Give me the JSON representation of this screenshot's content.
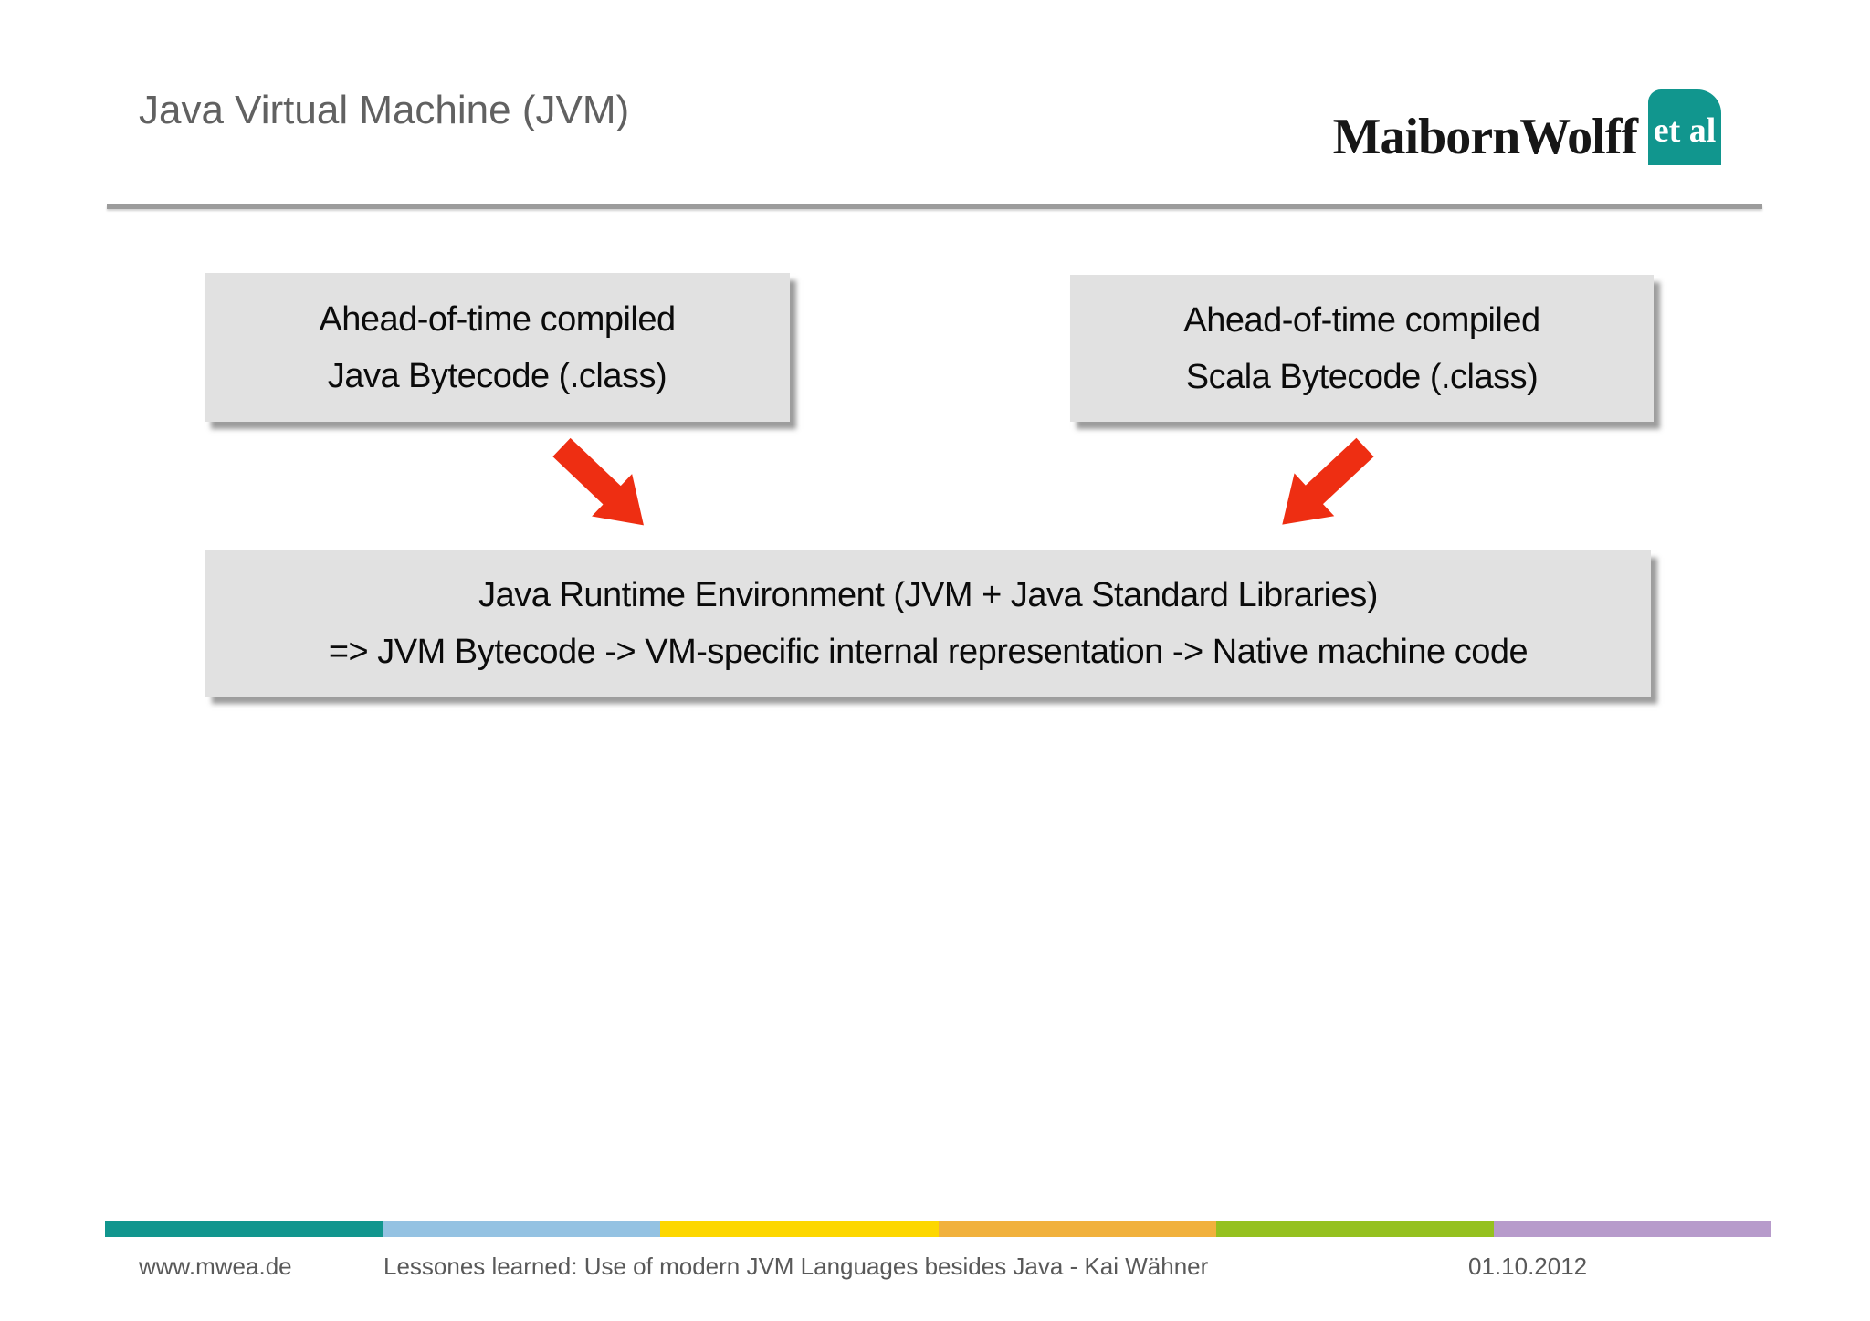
{
  "slide": {
    "title": "Java Virtual Machine (JVM)",
    "logo": {
      "text": "MaibornWolff",
      "badge": "et al"
    },
    "boxes": {
      "java": {
        "line1": "Ahead-of-time compiled",
        "line2": "Java Bytecode (.class)"
      },
      "scala": {
        "line1": "Ahead-of-time compiled",
        "line2": "Scala Bytecode (.class)"
      },
      "jre": {
        "line1": "Java Runtime Environment (JVM + Java Standard Libraries)",
        "line2": "=> JVM Bytecode -> VM-specific internal representation -> Native machine code"
      }
    },
    "footer": {
      "website": "www.mwea.de",
      "subtitle": "Lessones learned: Use of modern JVM Languages besides Java - Kai Wähner",
      "date": "01.10.2012"
    },
    "colors": {
      "accent_teal": "#11968e",
      "arrow_red": "#ee2e12",
      "box_gray": "#e1e1e1",
      "stripe": [
        "#11968e",
        "#94c2e2",
        "#fdd700",
        "#f1b13d",
        "#95c11f",
        "#b79bcb"
      ]
    }
  }
}
